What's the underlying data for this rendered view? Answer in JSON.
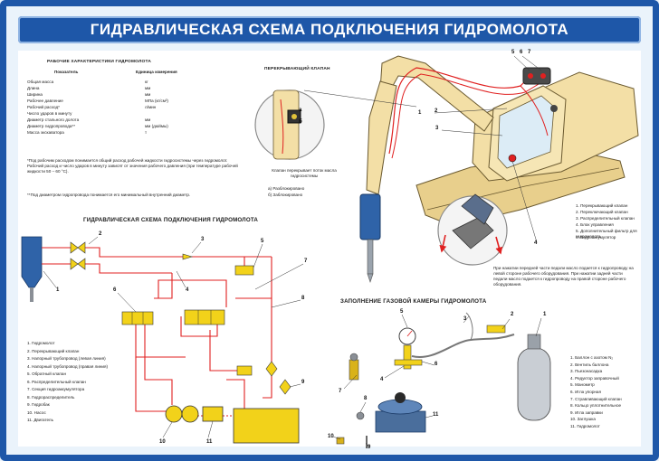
{
  "title": "ГИДРАВЛИЧЕСКАЯ СХЕМА ПОДКЛЮЧЕНИЯ ГИДРОМОЛОТА",
  "specs": {
    "heading": "Рабочие характеристики гидромолота",
    "col_param": "Показатель",
    "col_unit": "Единица измерения",
    "rows": [
      {
        "param": "Общая масса",
        "unit": "кг"
      },
      {
        "param": "Длина",
        "unit": "мм"
      },
      {
        "param": "Ширина",
        "unit": "мм"
      },
      {
        "param": "Рабочее давление",
        "unit": "МПа (кг/см²)"
      },
      {
        "param": "Рабочий расход*",
        "unit": "л/мин"
      },
      {
        "param": "Число ударов в минуту",
        "unit": ""
      },
      {
        "param": "Диаметр стального долота",
        "unit": "мм"
      },
      {
        "param": "Диаметр гидропровода**",
        "unit": "мм (дюймы)"
      },
      {
        "param": "Масса экскаватора",
        "unit": "т"
      }
    ],
    "note1": "*Под рабочим расходом понимается общий расход рабочей жидкости гидросистемы через гидромолот. Рабочий расход и число ударов в минуту зависят от значения рабочего давления (при температуре рабочей жидкости 50 – 60 °С).",
    "note2": "**Под диаметром гидропровода понимается его минимальный внутренний диаметр."
  },
  "valve": {
    "heading": "Перекрывающий клапан",
    "caption": "Клапан перекрывает поток масла гидросистемы",
    "state_a": "а) Разблокировано",
    "state_b": "б) Заблокировано",
    "label_a": "а",
    "label_b": "б"
  },
  "excavator": {
    "labels": [
      "1",
      "2",
      "3",
      "4",
      "5",
      "6",
      "7"
    ],
    "legend": [
      "1. Перекрывающий клапан",
      "2. Переключающий клапан",
      "3. Распределительный клапан",
      "4. Блок управления",
      "5. Дополнительный фильтр для гидромолота",
      "6. Гидроаккумулятор"
    ],
    "note": "При нажатии передней части педали масло подается к гидропроводу на левой стороне рабочего оборудования. При нажатии задней части педали масло подается к гидропроводу на правой стороне рабочего оборудования."
  },
  "schema": {
    "heading": "Гидравлическая схема подключения гидромолота",
    "labels": [
      "1",
      "2",
      "3",
      "4",
      "5",
      "6",
      "7",
      "8",
      "9",
      "10",
      "11"
    ],
    "legend": [
      "1. Гидромолот",
      "2. Перекрывающий клапан",
      "3. Напорный трубопровод (левая линия)",
      "4. Напорный трубопровод (правая линия)",
      "5. Обратный клапан",
      "6. Распределительный клапан",
      "7. Секция гидроаккумулятора",
      "8. Гидрораспределитель",
      "9. Гидробак",
      "10. Насос",
      "11. Двигатель"
    ]
  },
  "gas": {
    "heading": "Заполнение газовой камеры гидромолота",
    "labels": [
      "1",
      "2",
      "3",
      "4",
      "5",
      "6",
      "7",
      "8",
      "9",
      "10",
      "11"
    ],
    "legend": [
      "1. Баллон с азотом N₂",
      "2. Вентиль баллона",
      "3. Пьезонасадка",
      "4. Редуктор заправочный",
      "5. Манометр",
      "6. Игла упорная",
      "7. Стравливающий клапан",
      "8. Кольцо уплотнительное",
      "9. Игла заправки",
      "10. Заглушка",
      "11. Гидромолот"
    ]
  },
  "colors": {
    "frame": "#1e57a8",
    "hydraulic_line": "#e02020",
    "component": "#f2d21a",
    "excavator_body": "#f3dfa6",
    "hammer": "#2f63a8"
  }
}
